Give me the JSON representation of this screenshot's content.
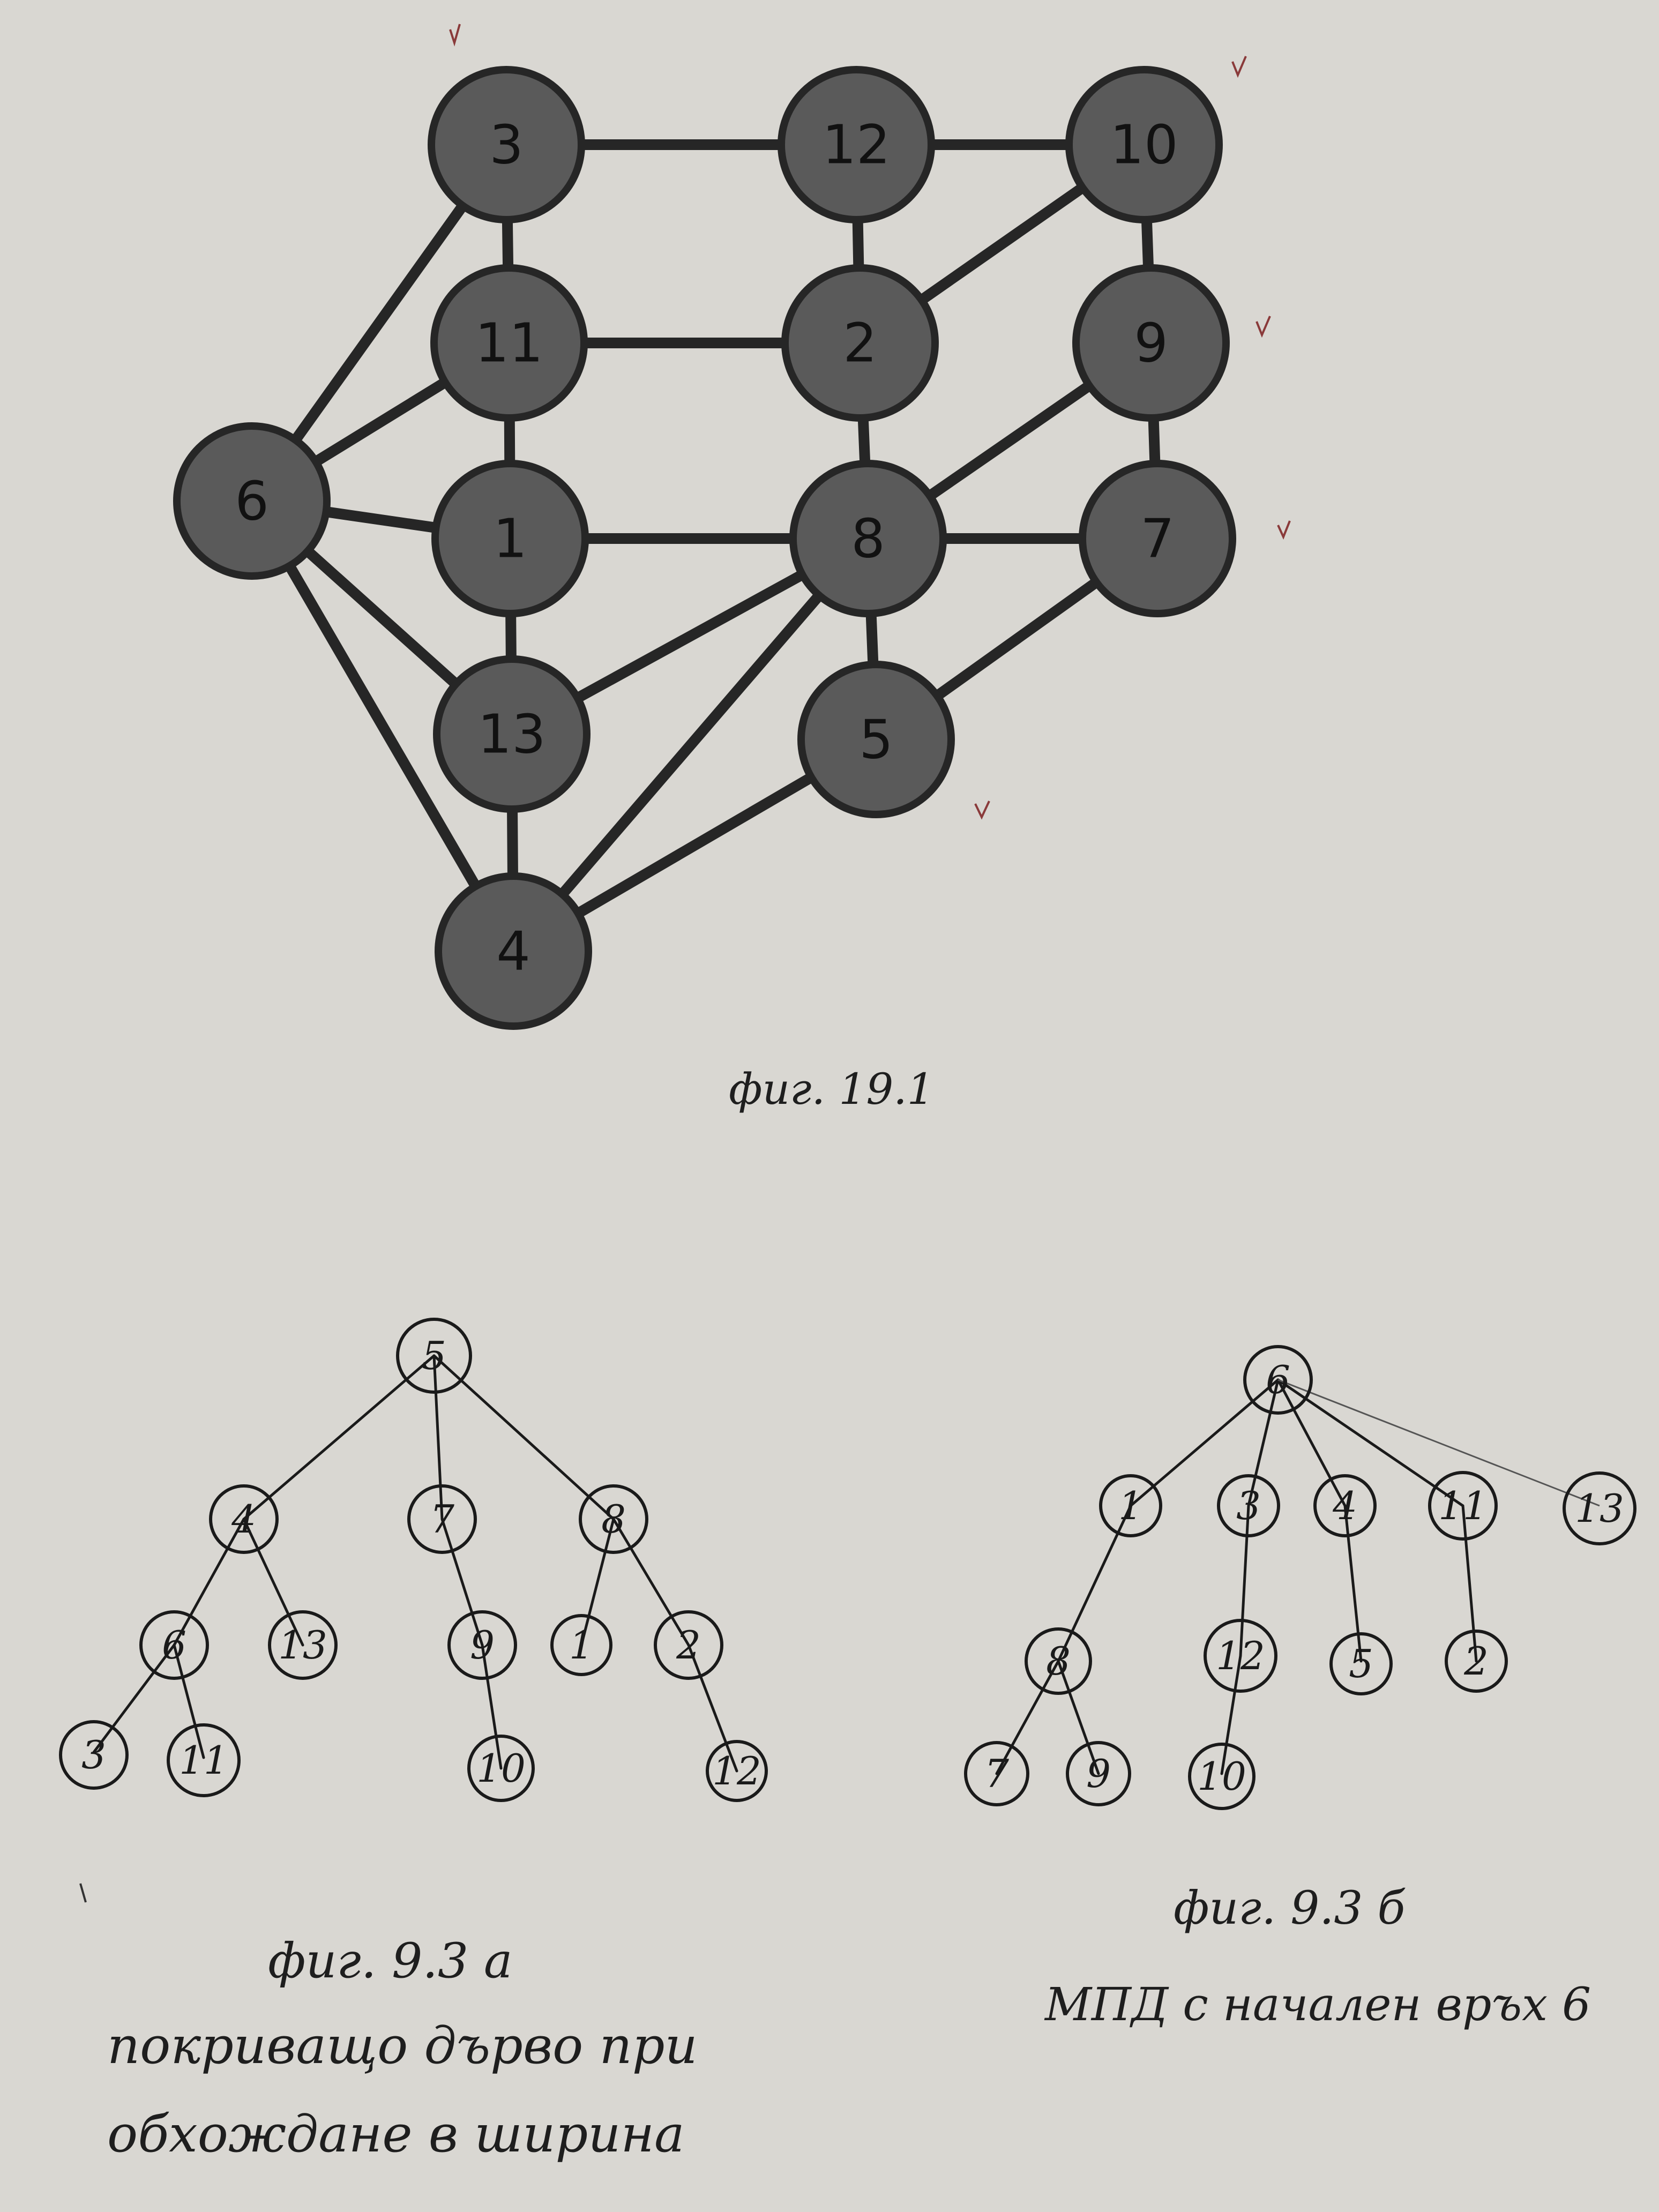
{
  "figure_top": {
    "caption": "фиг. 19.1",
    "nodes": [
      "3",
      "12",
      "10",
      "11",
      "2",
      "9",
      "6",
      "1",
      "8",
      "7",
      "13",
      "5",
      "4"
    ]
  },
  "figure_a": {
    "caption_line1": "фиг. 9.3 а",
    "caption_line2": "покриващо дърво при",
    "caption_line3": "обхождане в ширина",
    "nodes": [
      "5",
      "4",
      "7",
      "8",
      "6",
      "13",
      "9",
      "1",
      "2",
      "3",
      "11",
      "10",
      "12"
    ]
  },
  "figure_b": {
    "caption_line1": "фиг. 9.3 б",
    "caption_line2": "МПД с начален връх 6",
    "nodes": [
      "6",
      "1",
      "3",
      "4",
      "11",
      "13",
      "8",
      "12",
      "5",
      "2",
      "7",
      "9",
      "10"
    ]
  }
}
